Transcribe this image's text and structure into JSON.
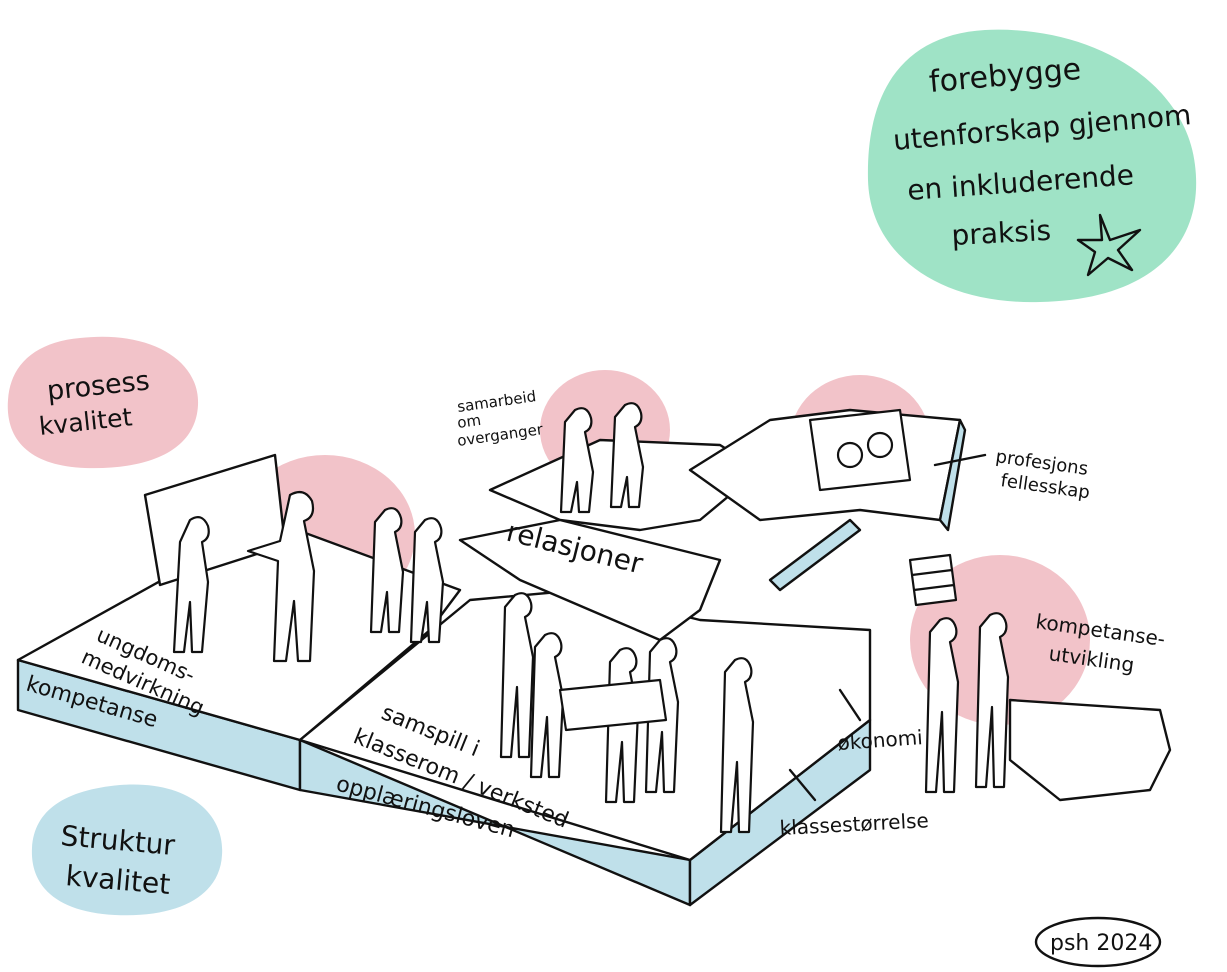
{
  "goal": {
    "lines": [
      "forebygge",
      "utenforskap gjennom",
      "en inkluderende",
      "praksis"
    ],
    "color": "#9fe3c6",
    "icon": "star-icon"
  },
  "legend": {
    "process": {
      "lines": [
        "prosess",
        "kvalitet"
      ],
      "color": "#f2c3c9"
    },
    "structure": {
      "lines": [
        "Struktur",
        "kvalitet"
      ],
      "color": "#bfe0ea"
    }
  },
  "labels": {
    "samarbeid": [
      "samarbeid",
      "om",
      "overganger"
    ],
    "profesjon": [
      "profesjons",
      "fellesskap"
    ],
    "relasjoner": "relasjoner",
    "kompetanseutvikling": [
      "kompetanse-",
      "utvikling"
    ],
    "ungdom": [
      "ungdoms-",
      "medvirkning"
    ],
    "samspill": [
      "samspill i",
      "klasserom / verksted"
    ],
    "kompetanse": "kompetanse",
    "opplaeringsloven": "opplæringsloven",
    "okonomi": "økonomi",
    "klassestorrelse": "klassestørrelse"
  },
  "signature": "psh 2024",
  "colors": {
    "pink": "#f2c3c9",
    "blue": "#bfe0ea",
    "green": "#9fe3c6",
    "ink": "#111111"
  }
}
